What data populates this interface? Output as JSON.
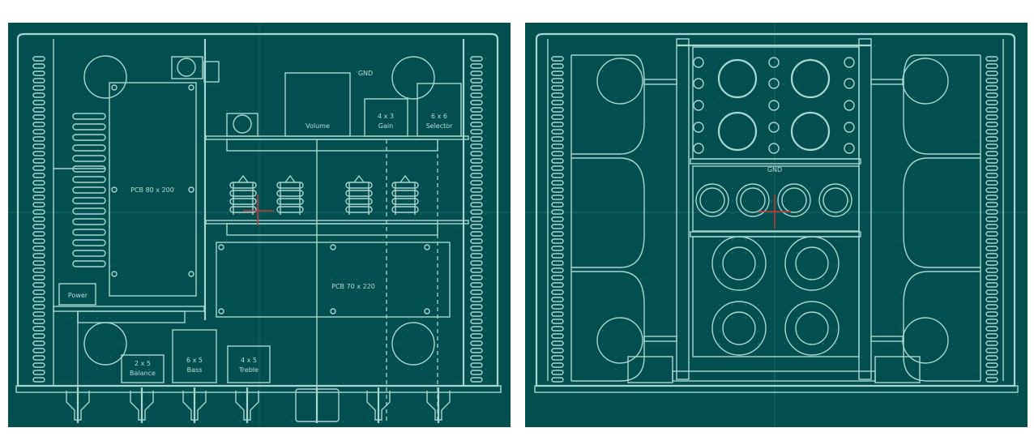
{
  "colors": {
    "background": "#034f4f",
    "line": "#a9d6d1",
    "crosshair": "#c23a3a"
  },
  "left_view": {
    "labels": {
      "gnd": "GND",
      "volume": "Volume",
      "gain_size": "4 x 3",
      "gain": "Gain",
      "selector_size": "6 x 6",
      "selector": "Selector",
      "pcb_left": "PCB 80 x 200",
      "pcb_right": "PCB 70 x 220",
      "power": "Power",
      "balance_size": "2 x 5",
      "balance": "Balance",
      "bass_size": "6 x 5",
      "bass": "Bass",
      "treble_size": "4 x 5",
      "treble": "Treble"
    }
  },
  "right_view": {
    "labels": {
      "gnd": "GND"
    }
  }
}
